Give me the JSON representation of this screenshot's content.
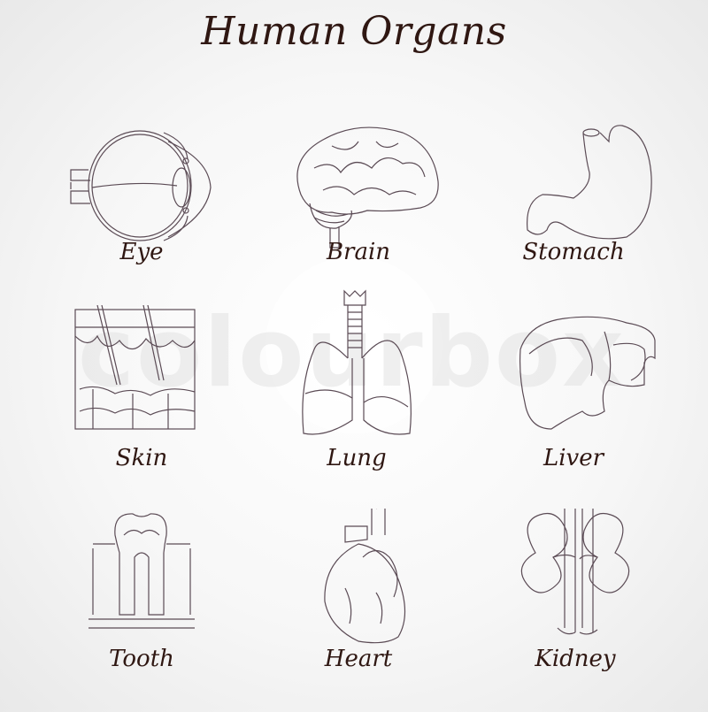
{
  "title": "Human Organs",
  "watermark": "colourbox",
  "colors": {
    "text": "#2f1712",
    "line_art": "#5b4b55",
    "background": "#f4f4f4"
  },
  "organs": [
    {
      "label": "Eye",
      "icon": "eye-icon"
    },
    {
      "label": "Brain",
      "icon": "brain-icon"
    },
    {
      "label": "Stomach",
      "icon": "stomach-icon"
    },
    {
      "label": "Skin",
      "icon": "skin-icon"
    },
    {
      "label": "Lung",
      "icon": "lung-icon"
    },
    {
      "label": "Liver",
      "icon": "liver-icon"
    },
    {
      "label": "Tooth",
      "icon": "tooth-icon"
    },
    {
      "label": "Heart",
      "icon": "heart-icon"
    },
    {
      "label": "Kidney",
      "icon": "kidney-icon"
    }
  ]
}
